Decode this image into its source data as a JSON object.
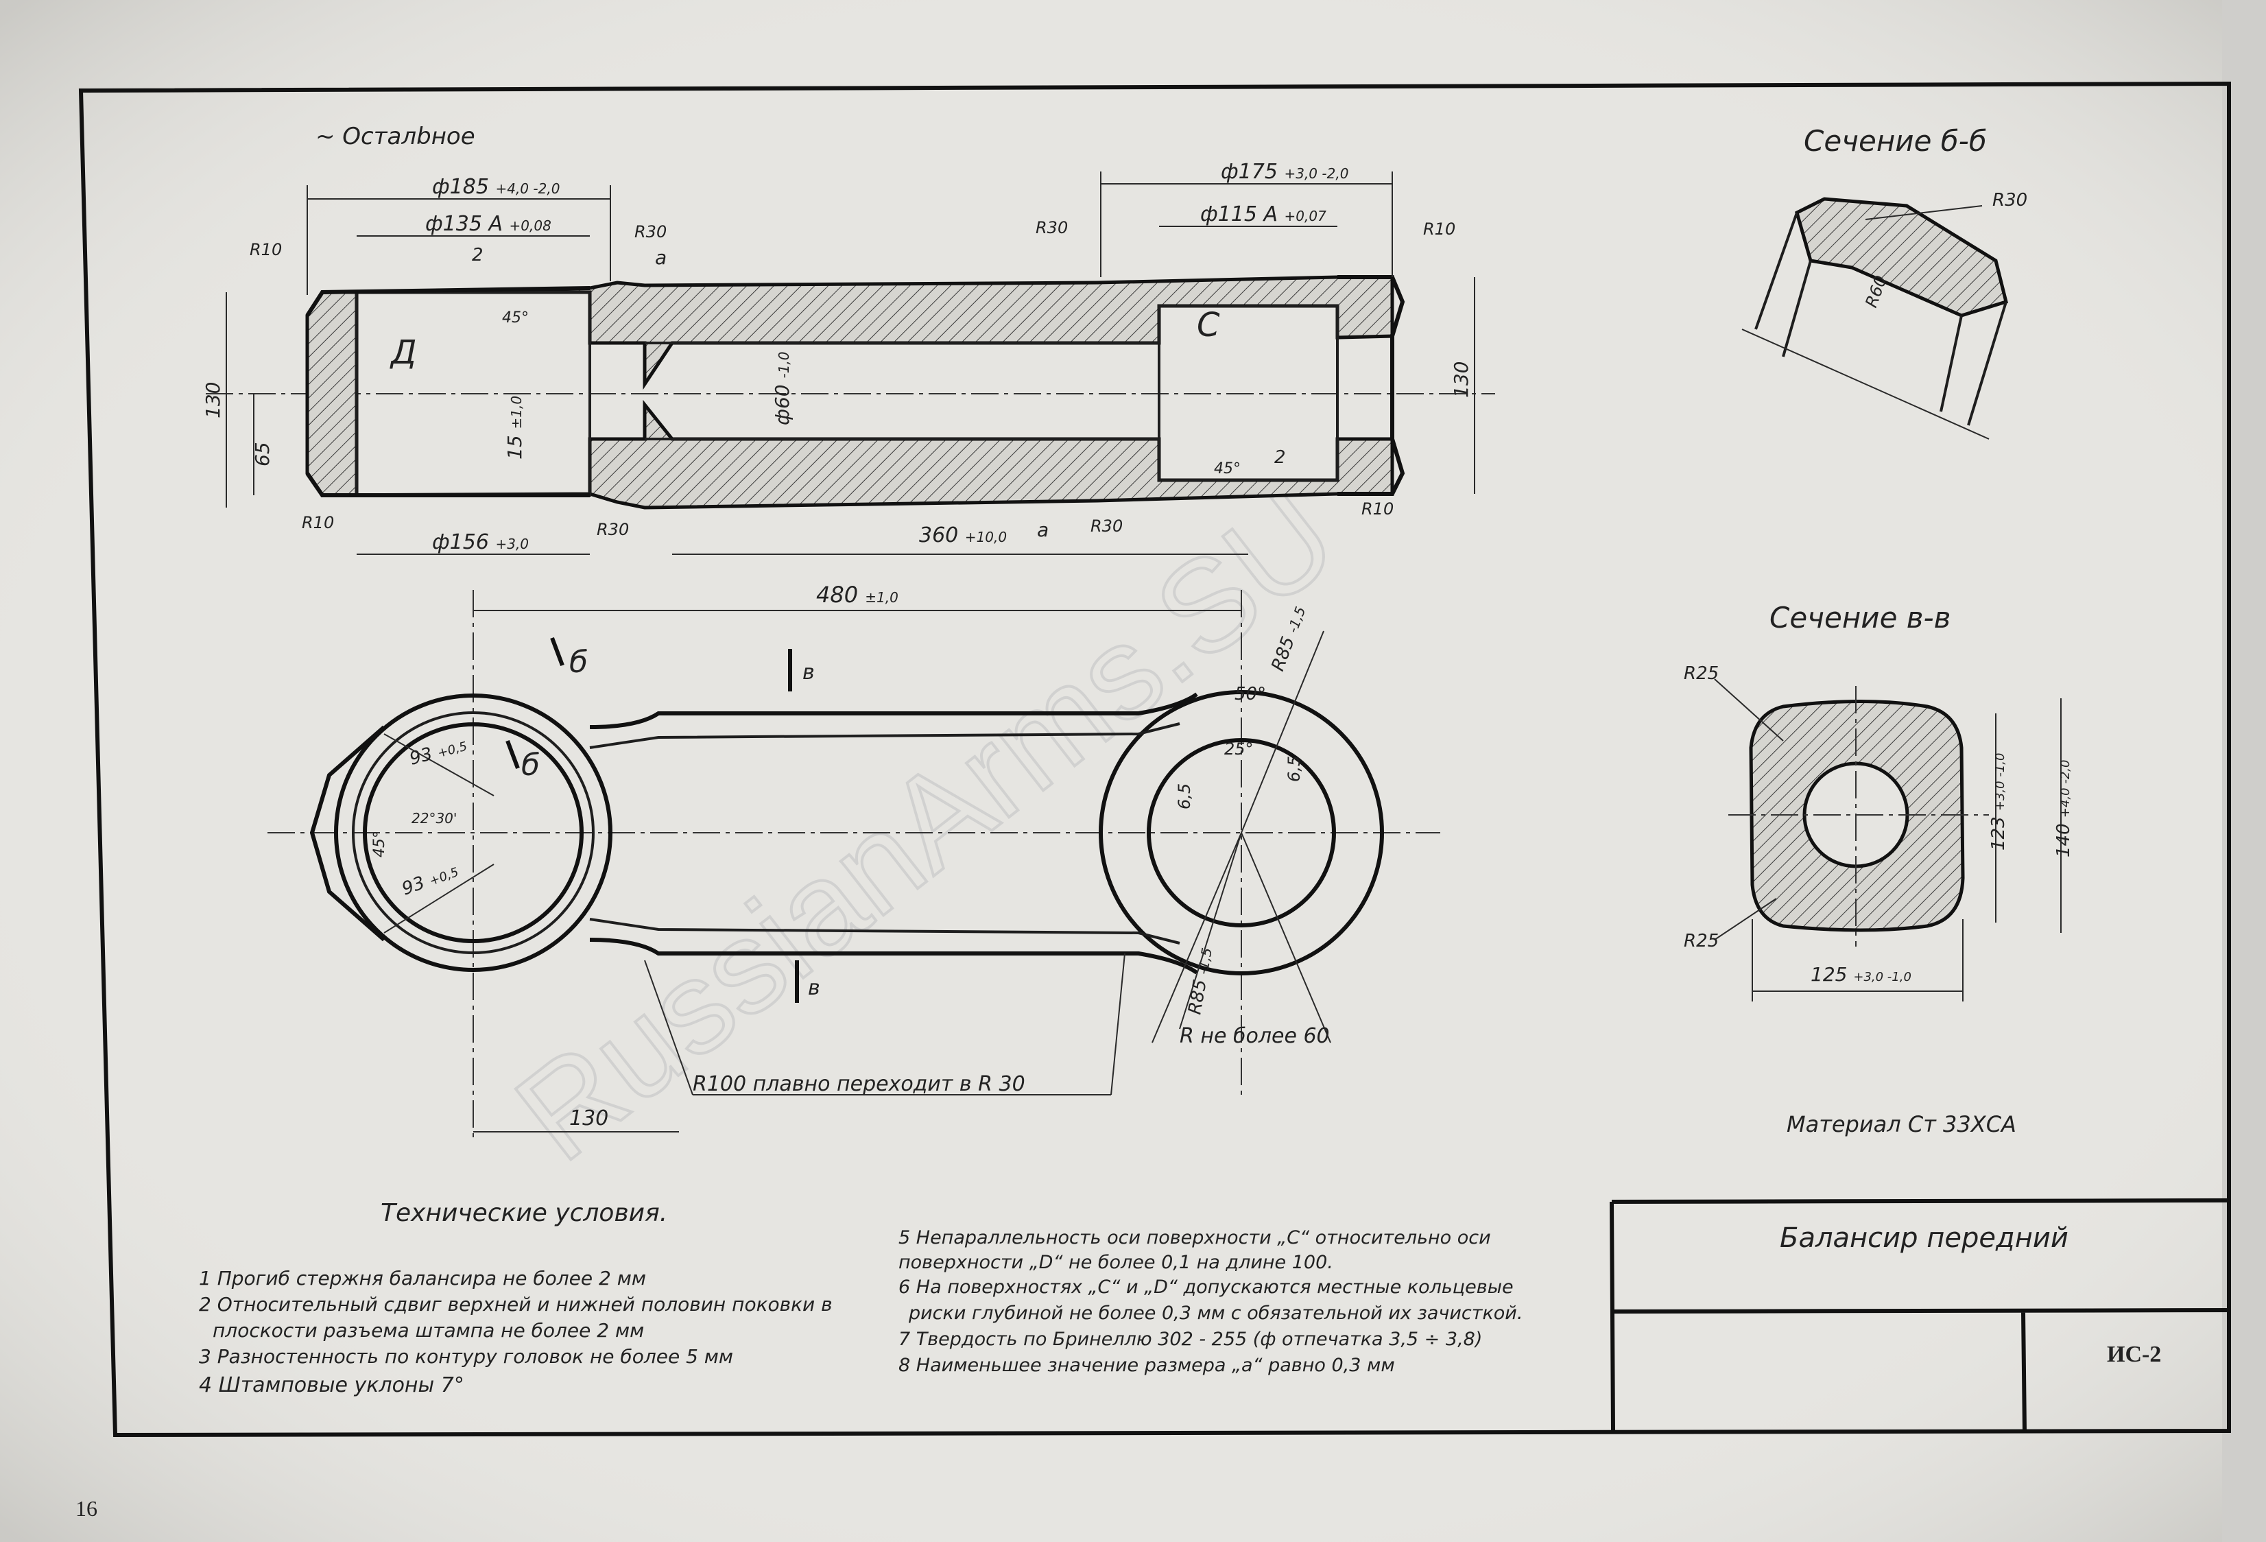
{
  "page_number": "16",
  "watermark": "RussianArms.SU",
  "surface_note": "~ Осталbное",
  "section_bb": {
    "title": "Сечение б-б",
    "radius": "R30",
    "radius2": "R60"
  },
  "section_vv": {
    "title": "Сечение в-в",
    "r_top": "R25",
    "r_bottom": "R25",
    "dim_h1": "123",
    "dim_h1_tol": "+3,0 -1,0",
    "dim_h2": "140",
    "dim_h2_tol": "+4,0 -2,0",
    "dim_w": "125",
    "dim_w_tol": "+3,0 -1,0"
  },
  "material": "Материал Ст 33ХСА",
  "top_view": {
    "d185": "ф185",
    "d185_tol": "+4,0 -2,0",
    "d135": "ф135 А",
    "d135_tol": "+0,08",
    "d175": "ф175",
    "d175_tol": "+3,0 -2,0",
    "d115": "ф115 А",
    "d115_tol": "+0,07",
    "d156": "ф156",
    "d156_tol": "+3,0",
    "d60": "ф60",
    "d60_tol": "-1,0",
    "len360": "360",
    "len360_tol": "+10,0",
    "h130_left": "130",
    "h65": "65",
    "h130_right": "130",
    "h15": "15",
    "h15_tol": "±1,0",
    "r10": "R10",
    "r30": "R30",
    "dim_a": "а",
    "dim_2": "2",
    "angle45": "45°",
    "letter_d": "Д",
    "letter_c": "С"
  },
  "plan_view": {
    "len480": "480",
    "len480_tol": "±1,0",
    "len130": "130",
    "r85": "R85",
    "r85_tol": "-1,5",
    "r93": "93",
    "r93_tol": "+0,5",
    "angle50": "50°",
    "angle25": "25°",
    "angle45": "45°",
    "angle22": "22°30'",
    "dim65": "6,5",
    "r_limit": "R не более 60",
    "r100_note": "R100 плавно переходит в R 30",
    "cut_b": "б",
    "cut_v": "в"
  },
  "tech_title": "Технические условия.",
  "tech_left": [
    "1 Прогиб стержня балансира не более 2 мм",
    "2 Относительный сдвиг верхней и нижней половин поковки в",
    "плоскости разъема штампа не более 2 мм",
    "3 Разностенность по контуру головок не более 5 мм",
    "4 Штамповые уклоны 7°"
  ],
  "tech_right": [
    "5 Непараллельность оси поверхности „С“ относительно оси",
    "поверхности „D“ не более 0,1 на длине 100.",
    "6 На поверхностях „С“ и „D“ допускаются местные кольцевые",
    "риски глубиной не более 0,3 мм с обязательной их зачисткой.",
    "7 Твердость по Бринеллю 302 - 255 (ф отпечатка 3,5 ÷ 3,8)",
    "8 Наименьшее значение размера „а“ равно 0,3 мм"
  ],
  "title_block": {
    "name": "Балансир передний",
    "code": "ИС-2"
  }
}
